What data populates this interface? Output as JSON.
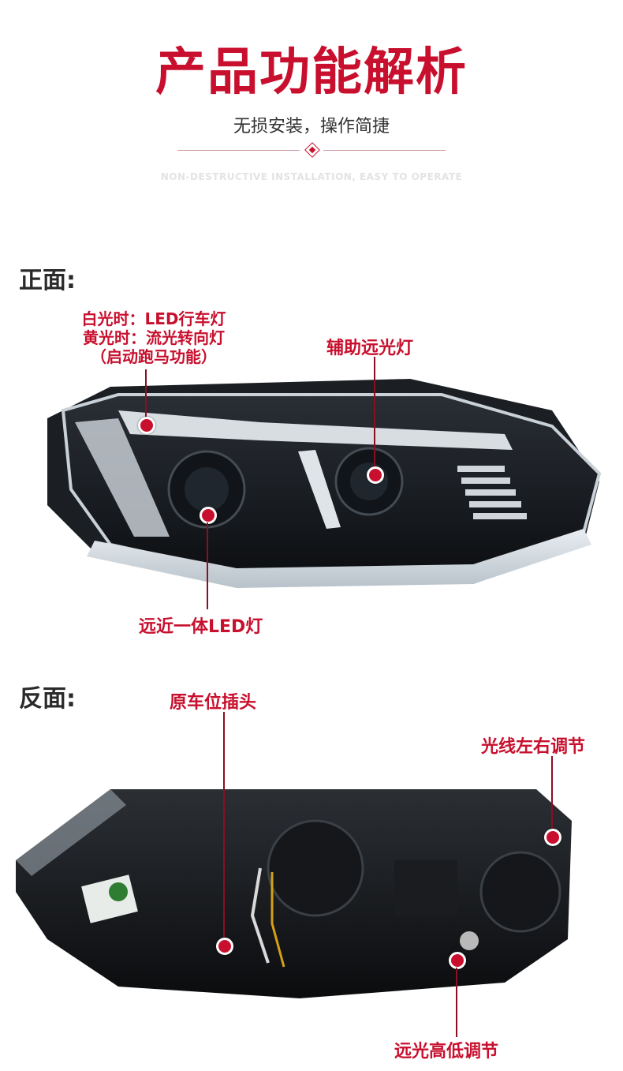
{
  "header": {
    "title": "产品功能解析",
    "subtitle": "无损安装，操作简捷",
    "english": "NON-DESTRUCTIVE INSTALLATION, EASY TO OPERATE"
  },
  "front": {
    "section_label": "正面:",
    "callouts": {
      "drl_line1": "白光时：LED行车灯",
      "drl_line2": "黄光时：流光转向灯",
      "drl_line3": "（启动跑马功能）",
      "aux_high_beam": "辅助远光灯",
      "bi_led": "远近一体LED灯"
    }
  },
  "back": {
    "section_label": "反面:",
    "callouts": {
      "plug": "原车位插头",
      "lr_adjust": "光线左右调节",
      "height_adjust": "远光高低调节"
    }
  },
  "colors": {
    "accent": "#c8102e",
    "line": "#8b0f22"
  }
}
